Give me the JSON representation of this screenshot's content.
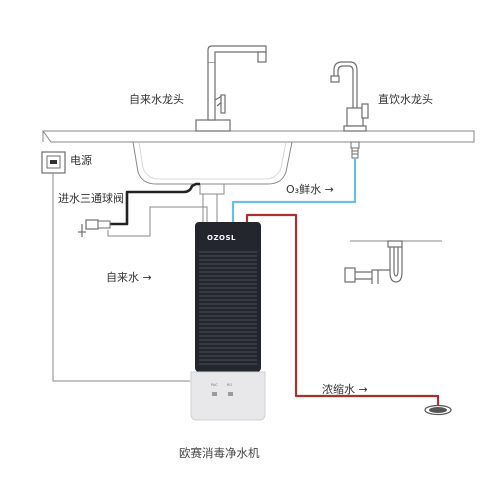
{
  "labels": {
    "tap_faucet": "自来水龙头",
    "drinking_faucet": "直饮水龙头",
    "power": "电源",
    "inlet_valve": "进水三通球阀",
    "ozone_water": "O₃鲜水 →",
    "tap_water": "自来水 →",
    "concentrate": "浓缩水 →",
    "product_name": "欧赛消毒净水机"
  },
  "device": {
    "brand": "OZOSL",
    "port_left": "PAC",
    "port_right": "RO"
  },
  "colors": {
    "line_gray": "#8a8a8a",
    "pipe_black": "#222222",
    "pipe_blue": "#6bbde3",
    "pipe_red": "#a83232",
    "unit_body": "#24262d",
    "unit_base": "#e8e8ea"
  },
  "icons": [
    "tap-faucet-icon",
    "drinking-faucet-icon",
    "power-socket-icon",
    "ball-valve-icon",
    "drain-icon",
    "p-trap-icon"
  ]
}
